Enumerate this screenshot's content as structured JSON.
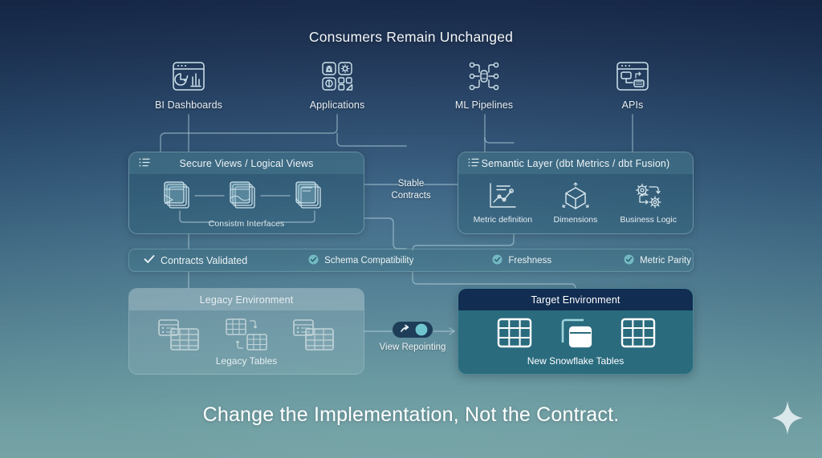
{
  "header": {
    "title": "Consumers Remain Unchanged"
  },
  "consumers": [
    {
      "label": "BI Dashboards",
      "icon": "bi-dashboard-icon"
    },
    {
      "label": "Applications",
      "icon": "applications-grid-icon"
    },
    {
      "label": "ML Pipelines",
      "icon": "ml-pipeline-network-icon"
    },
    {
      "label": "APIs",
      "icon": "api-window-icon"
    }
  ],
  "secure_views": {
    "title": "Secure Views / Logical Views",
    "menu_icon": "list-icon",
    "caption": "Consistm Interfaces",
    "items": [
      {
        "icon": "stacked-view-icon-1"
      },
      {
        "icon": "stacked-view-icon-2"
      },
      {
        "icon": "stacked-view-icon-3"
      }
    ]
  },
  "semantic_layer": {
    "title": "Semantic Layer (dbt Metrics / dbt Fusion)",
    "menu_icon": "list-icon",
    "items": [
      {
        "label": "Metric definition",
        "icon": "line-chart-icon"
      },
      {
        "label": "Dimensions",
        "icon": "cube-icon"
      },
      {
        "label": "Business Logic",
        "icon": "gears-flow-icon"
      }
    ]
  },
  "stable_contracts": {
    "line1": "Stable",
    "line2": "Contracts"
  },
  "validation_bar": {
    "items": [
      {
        "label": "Contracts Validated",
        "icon": "check-icon",
        "style": "plain-check"
      },
      {
        "label": "Schema Compatibility",
        "icon": "check-circle-icon",
        "style": "filled-check"
      },
      {
        "label": "Freshness",
        "icon": "check-circle-icon",
        "style": "filled-check"
      },
      {
        "label": "Metric Parity",
        "icon": "check-circle-icon",
        "style": "filled-check"
      }
    ]
  },
  "legacy_environment": {
    "title": "Legacy Environment",
    "caption": "Legacy Tables",
    "items": [
      {
        "icon": "legacy-table-stack-icon"
      },
      {
        "icon": "legacy-table-transfer-icon"
      },
      {
        "icon": "legacy-table-stack-icon"
      }
    ]
  },
  "target_environment": {
    "title": "Target Environment",
    "caption": "New Snowflake Tables",
    "items": [
      {
        "icon": "table-grid-icon"
      },
      {
        "icon": "table-copy-icon"
      },
      {
        "icon": "table-grid-icon"
      }
    ]
  },
  "view_repointing": {
    "label": "View Repointing",
    "icon": "toggle-switch-icon"
  },
  "footer": {
    "tagline": "Change the Implementation, Not the Contract.",
    "mark": "sparkle-icon"
  },
  "colors": {
    "bg_top": "#16294c",
    "bg_bottom": "#82b5b8",
    "panel_stroke": "#a8ced6",
    "target_header": "#112d52",
    "target_body": "#2a6b7e",
    "accent_teal": "#7ec8d0",
    "wire": "#bcd9e2",
    "text": "#ffffff"
  }
}
